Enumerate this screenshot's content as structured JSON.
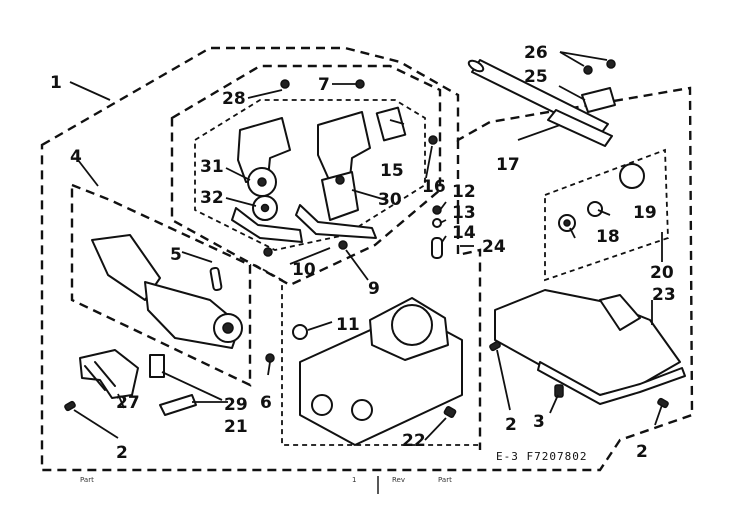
{
  "diagram": {
    "drawing_code": "E-3  F7207802",
    "footer_left": "Part",
    "footer_mid": "Rev",
    "footer_right": "Part",
    "footer_tick": "1",
    "callouts": [
      {
        "id": "c1",
        "text": "1"
      },
      {
        "id": "c2a",
        "text": "2"
      },
      {
        "id": "c2b",
        "text": "2"
      },
      {
        "id": "c2c",
        "text": "2"
      },
      {
        "id": "c3",
        "text": "3"
      },
      {
        "id": "c4",
        "text": "4"
      },
      {
        "id": "c5",
        "text": "5"
      },
      {
        "id": "c6",
        "text": "6"
      },
      {
        "id": "c7",
        "text": "7"
      },
      {
        "id": "c9",
        "text": "9"
      },
      {
        "id": "c10",
        "text": "10"
      },
      {
        "id": "c11",
        "text": "11"
      },
      {
        "id": "c12",
        "text": "12"
      },
      {
        "id": "c13",
        "text": "13"
      },
      {
        "id": "c14",
        "text": "14"
      },
      {
        "id": "c15",
        "text": "15"
      },
      {
        "id": "c16",
        "text": "16"
      },
      {
        "id": "c17",
        "text": "17"
      },
      {
        "id": "c18",
        "text": "18"
      },
      {
        "id": "c19",
        "text": "19"
      },
      {
        "id": "c20",
        "text": "20"
      },
      {
        "id": "c21",
        "text": "21"
      },
      {
        "id": "c22",
        "text": "22"
      },
      {
        "id": "c23",
        "text": "23"
      },
      {
        "id": "c24",
        "text": "24"
      },
      {
        "id": "c25",
        "text": "25"
      },
      {
        "id": "c26",
        "text": "26"
      },
      {
        "id": "c27",
        "text": "27"
      },
      {
        "id": "c28",
        "text": "28"
      },
      {
        "id": "c29",
        "text": "29"
      },
      {
        "id": "c30",
        "text": "30"
      },
      {
        "id": "c31",
        "text": "31"
      },
      {
        "id": "c32",
        "text": "32"
      }
    ]
  }
}
